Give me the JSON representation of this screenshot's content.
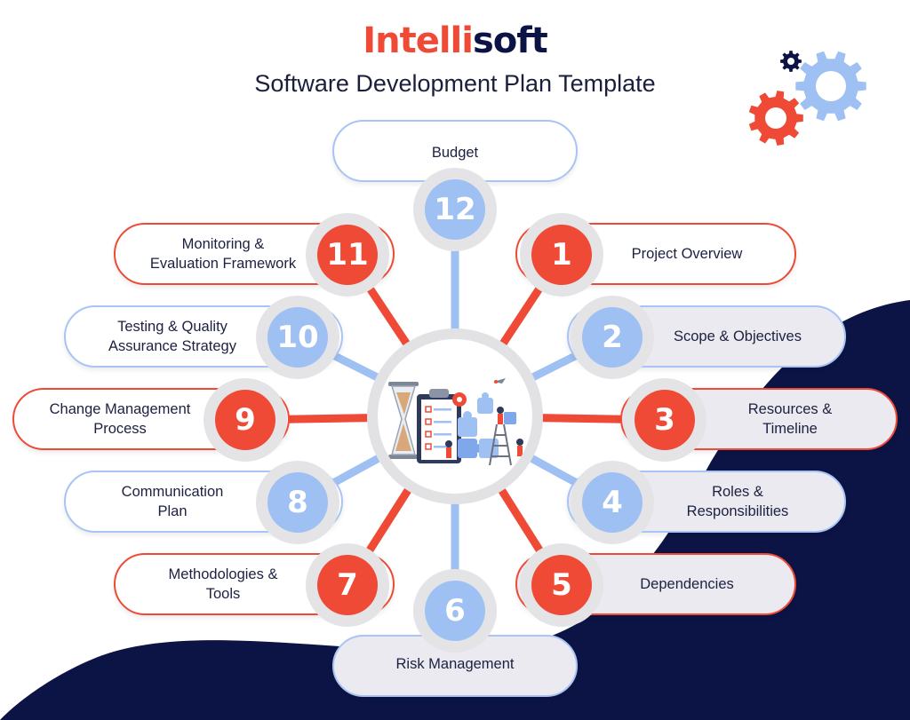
{
  "brand": {
    "part1": "Intelli",
    "part2": "soft"
  },
  "subtitle": "Software Development Plan Template",
  "colors": {
    "red": "#ef4a36",
    "blue": "#9ec0f2",
    "navy": "#0c1445",
    "gray": "#e4e4e7"
  },
  "items": [
    {
      "number": "1",
      "label": "Project Overview",
      "color": "red"
    },
    {
      "number": "2",
      "label": "Scope & Objectives",
      "color": "blue"
    },
    {
      "number": "3",
      "label": "Resources &\nTimeline",
      "color": "red"
    },
    {
      "number": "4",
      "label": "Roles &\nResponsibilities",
      "color": "blue"
    },
    {
      "number": "5",
      "label": "Dependencies",
      "color": "red"
    },
    {
      "number": "6",
      "label": "Risk Management",
      "color": "blue"
    },
    {
      "number": "7",
      "label": "Methodologies &\nTools",
      "color": "red"
    },
    {
      "number": "8",
      "label": "Communication\nPlan",
      "color": "blue"
    },
    {
      "number": "9",
      "label": "Change Management\nProcess",
      "color": "red"
    },
    {
      "number": "10",
      "label": "Testing & Quality\nAssurance Strategy",
      "color": "blue"
    },
    {
      "number": "11",
      "label": "Monitoring &\nEvaluation Framework",
      "color": "red"
    },
    {
      "number": "12",
      "label": "Budget",
      "color": "blue"
    }
  ],
  "icons": [
    "gear-icon",
    "hourglass-icon",
    "clipboard-checklist-icon",
    "puzzle-icon",
    "rocket-icon",
    "ladder-icon"
  ]
}
